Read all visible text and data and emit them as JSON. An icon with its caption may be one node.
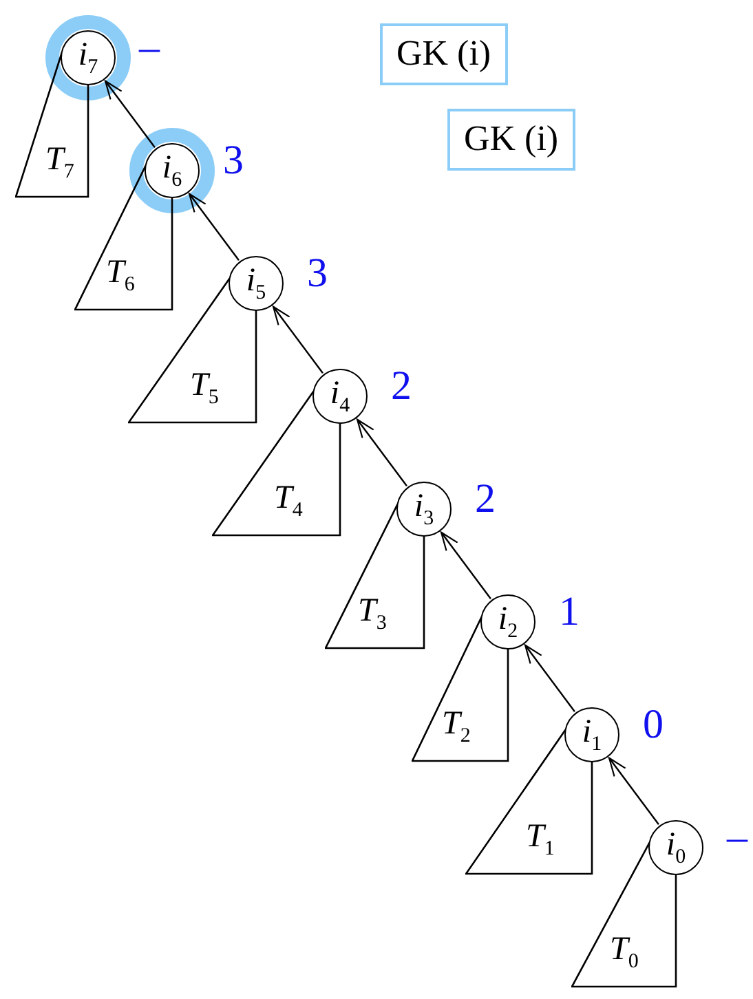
{
  "diagram": {
    "nodes": [
      {
        "text": [
          "i$_{7}$"
        ],
        "beside": [
          "–"
        ]
      },
      {
        "text": [
          "T$_{7}$"
        ]
      },
      {
        "text": [
          "i$_{6}$"
        ],
        "beside": [
          "3"
        ]
      },
      {
        "text": [
          "T$_{6}$"
        ]
      },
      {
        "text": [
          "i$_{5}$"
        ],
        "beside": [
          "3"
        ]
      },
      {
        "text": [
          "T$_{5}$"
        ]
      },
      {
        "text": [
          "i$_{4}$"
        ],
        "beside": [
          "2"
        ]
      },
      {
        "text": [
          "T$_{4}$"
        ]
      },
      {
        "text": [
          "i$_{3}$"
        ],
        "beside": [
          "2"
        ]
      },
      {
        "text": [
          "T$_{3}$"
        ]
      },
      {
        "text": [
          "i$_{2}$"
        ],
        "beside": [
          "1"
        ]
      },
      {
        "text": [
          "T$_{2}$"
        ]
      },
      {
        "text": [
          "i$_{1}$"
        ],
        "beside": [
          "0"
        ]
      },
      {
        "text": [
          "T$_{1}$"
        ]
      },
      {
        "text": [
          "i$_{0}$"
        ],
        "beside": [
          "–"
        ]
      },
      {
        "text": [
          "T$_{0}$"
        ]
      },
      {
        "text": [
          "GK (i)"
        ]
      },
      {
        "text": [
          "GK (i)"
        ]
      }
    ],
    "edges": [
      {
        "from": 2,
        "to": 0,
        "arrow": "to"
      },
      {
        "from": 4,
        "to": 2,
        "arrow": "to"
      },
      {
        "from": 6,
        "to": 4,
        "arrow": "to"
      },
      {
        "from": 8,
        "to": 6,
        "arrow": "to"
      },
      {
        "from": 10,
        "to": 8,
        "arrow": "to"
      },
      {
        "from": 12,
        "to": 10,
        "arrow": "to"
      },
      {
        "from": 14,
        "to": 12,
        "arrow": "to"
      }
    ]
  }
}
